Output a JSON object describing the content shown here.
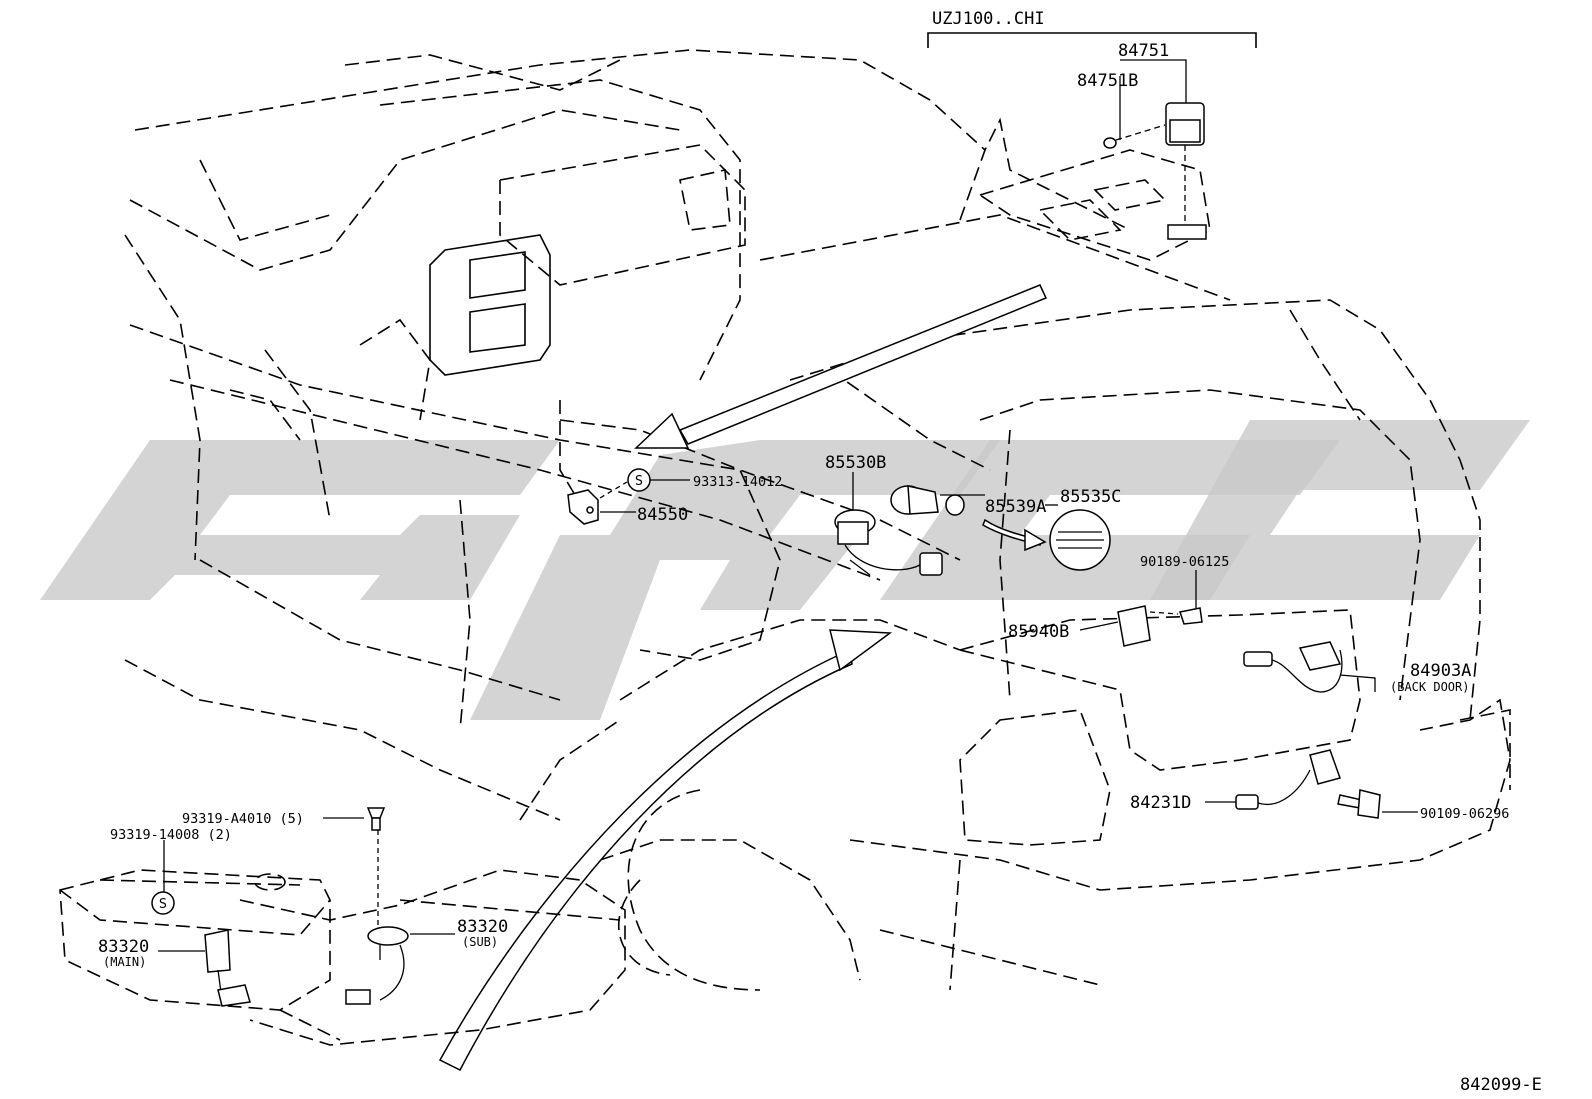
{
  "diagram": {
    "variant_label": "UZJ100..CHI",
    "footer_code": "842099-E",
    "parts": {
      "p84751": "84751",
      "p84751b": "84751B",
      "p93313": "93313-14012",
      "p84550": "84550",
      "p85530b": "85530B",
      "p85539a": "85539A",
      "p85535c": "85535C",
      "p90189": "90189-06125",
      "p85940b": "85940B",
      "p84903a": "84903A",
      "p84903a_note": "(BACK DOOR)",
      "p84231d": "84231D",
      "p90109": "90109-06296",
      "p93319a": "93319-A4010 (5)",
      "p93319b": "93319-14008 (2)",
      "p83320main": "83320",
      "p83320main_note": "(MAIN)",
      "p83320sub": "83320",
      "p83320sub_note": "(SUB)"
    },
    "symbols": {
      "s_mark": "S"
    }
  }
}
